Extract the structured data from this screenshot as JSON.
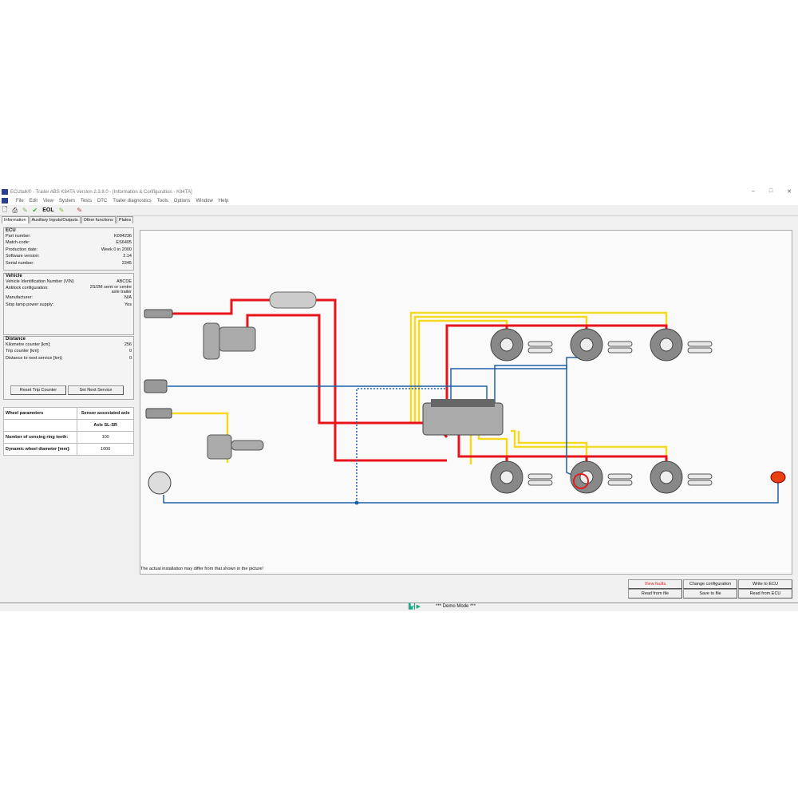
{
  "window": {
    "title": "ECUtalk® - Trailer ABS K84TA Version 2.3.8.0 - [Information & Configuration - K84TA]",
    "controls": [
      "–",
      "□",
      "✕"
    ]
  },
  "menu": [
    "File",
    "Edit",
    "View",
    "System",
    "Tests",
    "DTC",
    "Trailer diagnostics",
    "Tools",
    "Options",
    "Window",
    "Help"
  ],
  "toolbar": {
    "eol": "EOL"
  },
  "tabs": [
    "Information",
    "Auxiliary Inputs/Outputs",
    "Other functions",
    "Plates"
  ],
  "ecu": {
    "title": "ECU",
    "rows": [
      [
        "Part number:",
        "K004236"
      ],
      [
        "Match-code:",
        "ES6405"
      ],
      [
        "Production date:",
        "Week 0 in 2000"
      ],
      [
        "Software version:",
        "2.14"
      ],
      [
        "Serial number:",
        "2345"
      ]
    ]
  },
  "vehicle": {
    "title": "Vehicle",
    "rows": [
      [
        "Vehicle Identification Number (VIN)",
        "ABCDE"
      ],
      [
        "Antilock configuration:",
        "2S/2M semi or centre axle trailer"
      ],
      [
        "Manufacturer:",
        "N/A"
      ],
      [
        "Stop lamp power supply:",
        "Yes"
      ]
    ]
  },
  "distance": {
    "title": "Distance",
    "rows": [
      [
        "Kilometre counter [km]:",
        "256"
      ],
      [
        "Trip counter [km]:",
        "0"
      ],
      [
        "Distance to next service [km]:",
        "0"
      ]
    ],
    "reset_trip": "Reset Trip Counter",
    "set_service": "Set Next Service"
  },
  "wheel": {
    "h1": "Wheel parameters",
    "h2": "Sensor associated axle",
    "axle": "Axle SL-SR",
    "rows": [
      [
        "Number of sensing ring teeth:",
        "100"
      ],
      [
        "Dynamic wheel diameter [mm]:",
        "1000"
      ]
    ]
  },
  "diagram": {
    "note": "The actual installation may differ from that shown in the picture!"
  },
  "buttons": {
    "view_faults": "View faults",
    "change_config": "Change configuration",
    "write_ecu": "Write to ECU",
    "read_file": "Read from file",
    "save_file": "Save to file",
    "read_ecu": "Read from ECU"
  },
  "status": {
    "mode": "*** Demo Mode ***"
  },
  "colors": {
    "red": "#e8141c",
    "yellow": "#f5d820",
    "blue": "#1e5fa8",
    "fault": "#e02020"
  }
}
